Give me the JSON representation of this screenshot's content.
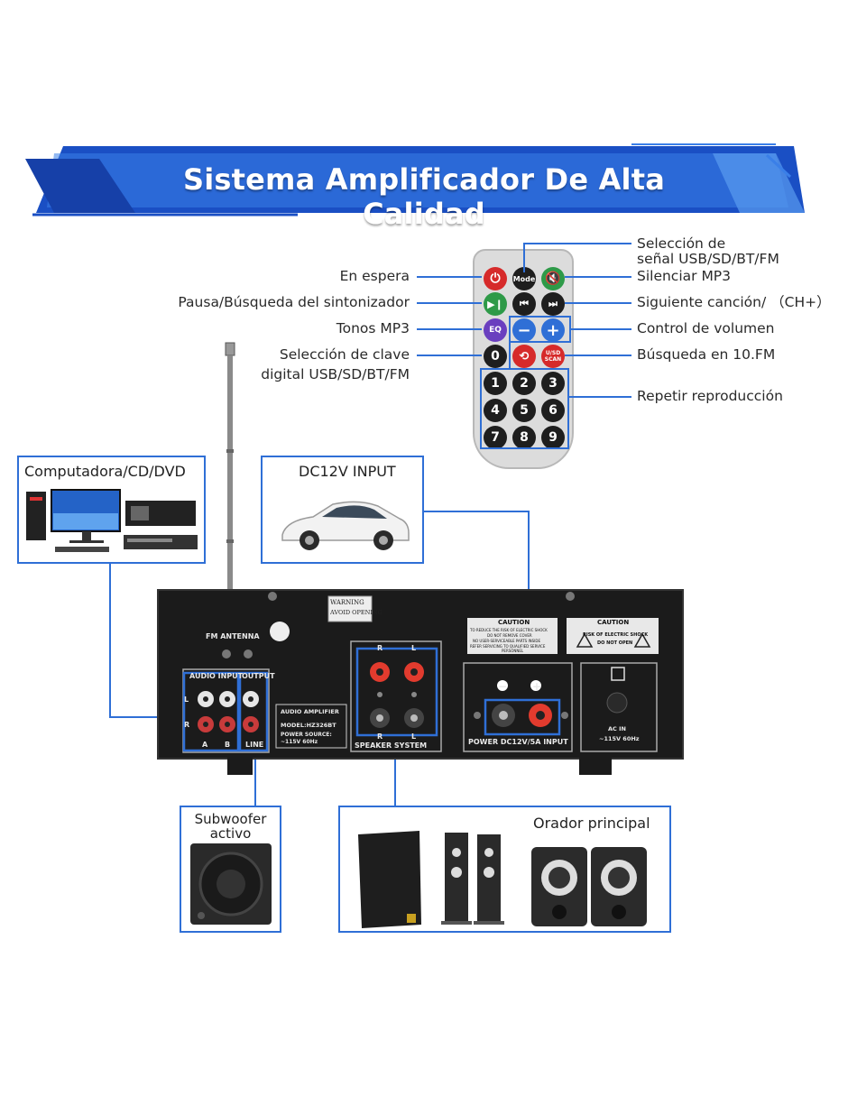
{
  "title": "Sistema Amplificador De Alta Calidad",
  "remote_labels": {
    "standby": "En espera",
    "pause_search": "Pausa/Búsqueda del sintonizador",
    "tones": "Tonos MP3",
    "digital_key_line1": "Selección de clave",
    "digital_key_line2": "digital USB/SD/BT/FM",
    "signal_select_line1": "Selección de",
    "signal_select_line2": "señal USB/SD/BT/FM",
    "mute": "Silenciar MP3",
    "next_song": "Siguiente canción/ （CH+）",
    "volume": "Control de volumen",
    "fm_search": "Búsqueda en 10.FM",
    "repeat": "Repetir reproducción"
  },
  "remote_buttons": {
    "mode": "Mode",
    "eq": "EQ",
    "usd_scan_line1": "U/SD",
    "usd_scan_line2": "SCAN",
    "minus": "−",
    "plus": "+",
    "digits": [
      "0",
      "1",
      "2",
      "3",
      "4",
      "5",
      "6",
      "7",
      "8",
      "9"
    ]
  },
  "sources": {
    "computer": "Computadora/CD/DVD",
    "dc12v": "DC12V INPUT",
    "subwoofer_line1": "Subwoofer",
    "subwoofer_line2": "activo",
    "main_speaker": "Orador principal"
  },
  "amplifier_panel": {
    "warning_line1": "WARNING",
    "warning_line2": "AVOID OPENING",
    "fm_antenna": "FM ANTENNA",
    "audio_input": "AUDIO INPUT",
    "output": "OUTPUT",
    "ch_l": "L",
    "ch_r": "R",
    "input_a": "A",
    "input_b": "B",
    "line": "LINE",
    "label_box_line1": "AUDIO AMPLIFIER",
    "label_box_line2": "MODEL:HZ326BT",
    "label_box_line3": "POWER SOURCE:",
    "label_box_line4": "~115V 60Hz",
    "speaker_system": "SPEAKER SYSTEM",
    "caution": "CAUTION",
    "caution_small_1": "TO REDUCE THE RISK OF ELECTRIC SHOCK",
    "caution_small_2": "DO NOT REMOVE COVER",
    "caution_small_3": "NO USER-SERVICEABLE PARTS INSIDE",
    "caution_small_4": "REFER SERVICING TO QUALIFIED SERVICE",
    "caution_small_5": "PERSONNEL",
    "caution2_line1": "RISK OF ELECTRIC SHOCK",
    "caution2_line2": "DO NOT OPEN",
    "power_input": "POWER  DC12V/5A  INPUT",
    "ac_in_line1": "AC IN",
    "ac_in_line2": "~115V 60Hz"
  },
  "colors": {
    "accent_blue": "#2f6fd6",
    "banner_dark": "#1a4fc4",
    "panel_black": "#1b1b1b",
    "red_button": "#d62a2a",
    "green_button": "#2e9a48",
    "purple_button": "#6a3fbf"
  }
}
